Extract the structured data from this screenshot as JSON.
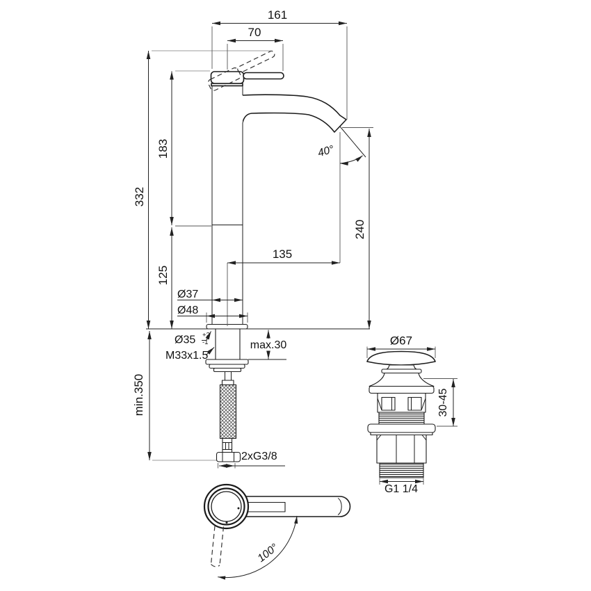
{
  "drawing_title": "faucet-dimension-drawing",
  "main": {
    "w161": "161",
    "w70": "70",
    "h332": "332",
    "h183": "183",
    "h125": "125",
    "hmin": "min.350",
    "d37": "Ø37",
    "d48": "Ø48",
    "d35": "Ø35",
    "d35p": "+2",
    "d35m": "-1",
    "m33": "M33x1.5",
    "max30": "max.30",
    "w135": "135",
    "h240": "240",
    "a40": "40°",
    "hose": "2xG3/8"
  },
  "drain": {
    "d67": "Ø67",
    "range": "30-45",
    "g114": "G1 1/4"
  },
  "top_view": {
    "a100": "100°"
  },
  "colors": {
    "line": "#1b1b1b",
    "dimension": "#222222",
    "auxiliary": "#9b9b9b",
    "background": "#ffffff"
  }
}
